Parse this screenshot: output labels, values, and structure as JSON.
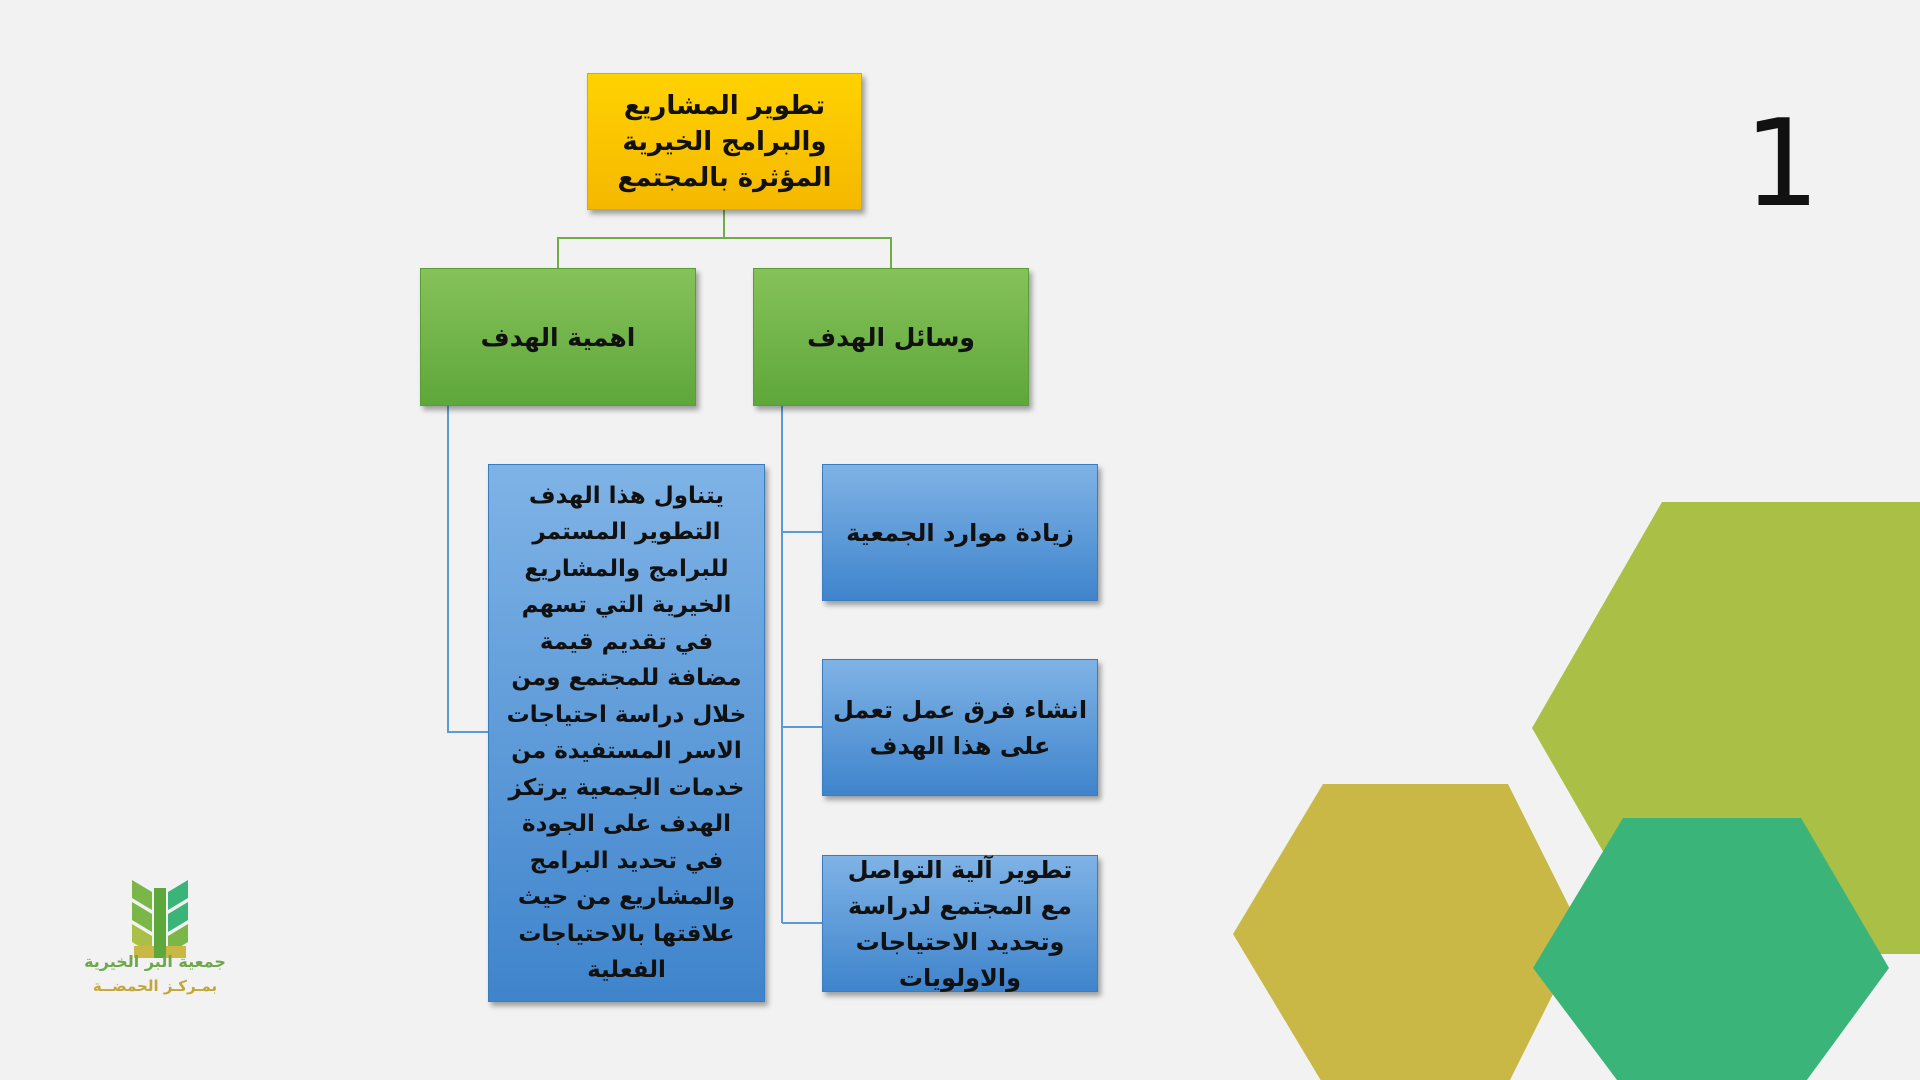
{
  "slide": {
    "page_number": "1"
  },
  "diagram": {
    "root": "تطوير المشاريع والبرامج الخيرية المؤثرة بالمجتمع",
    "importance": {
      "title": "اهمية الهدف",
      "description": "يتناول هذا الهدف التطوير المستمر للبرامج والمشاريع الخيرية التي تسهم في تقديم قيمة مضافة للمجتمع ومن خلال دراسة احتياجات الاسر المستفيدة من خدمات الجمعية يرتكز الهدف على الجودة في تحديد البرامج والمشاريع من حيث علاقتها بالاحتياجات الفعلية"
    },
    "means": {
      "title": "وسائل الهدف",
      "items": [
        "زيادة موارد الجمعية",
        "انشاء فرق عمل تعمل على هذا الهدف",
        "تطوير آلية التواصل مع المجتمع لدراسة وتحديد الاحتياجات والاولويات"
      ]
    }
  },
  "logo": {
    "name": "جمعية البر الخيرية",
    "subtitle": "بمـركـز الحمضــة"
  },
  "colors": {
    "background": "#f2f2f2",
    "root_box": "#ffc000",
    "level1_box": "#70ad47",
    "level2_box": "#5b9bd5",
    "connector_green": "#70ad47",
    "connector_blue": "#5b9bd5",
    "hex_olive": "#a9bf45",
    "hex_mustard": "#c9b846",
    "hex_green": "#3bb47a"
  }
}
